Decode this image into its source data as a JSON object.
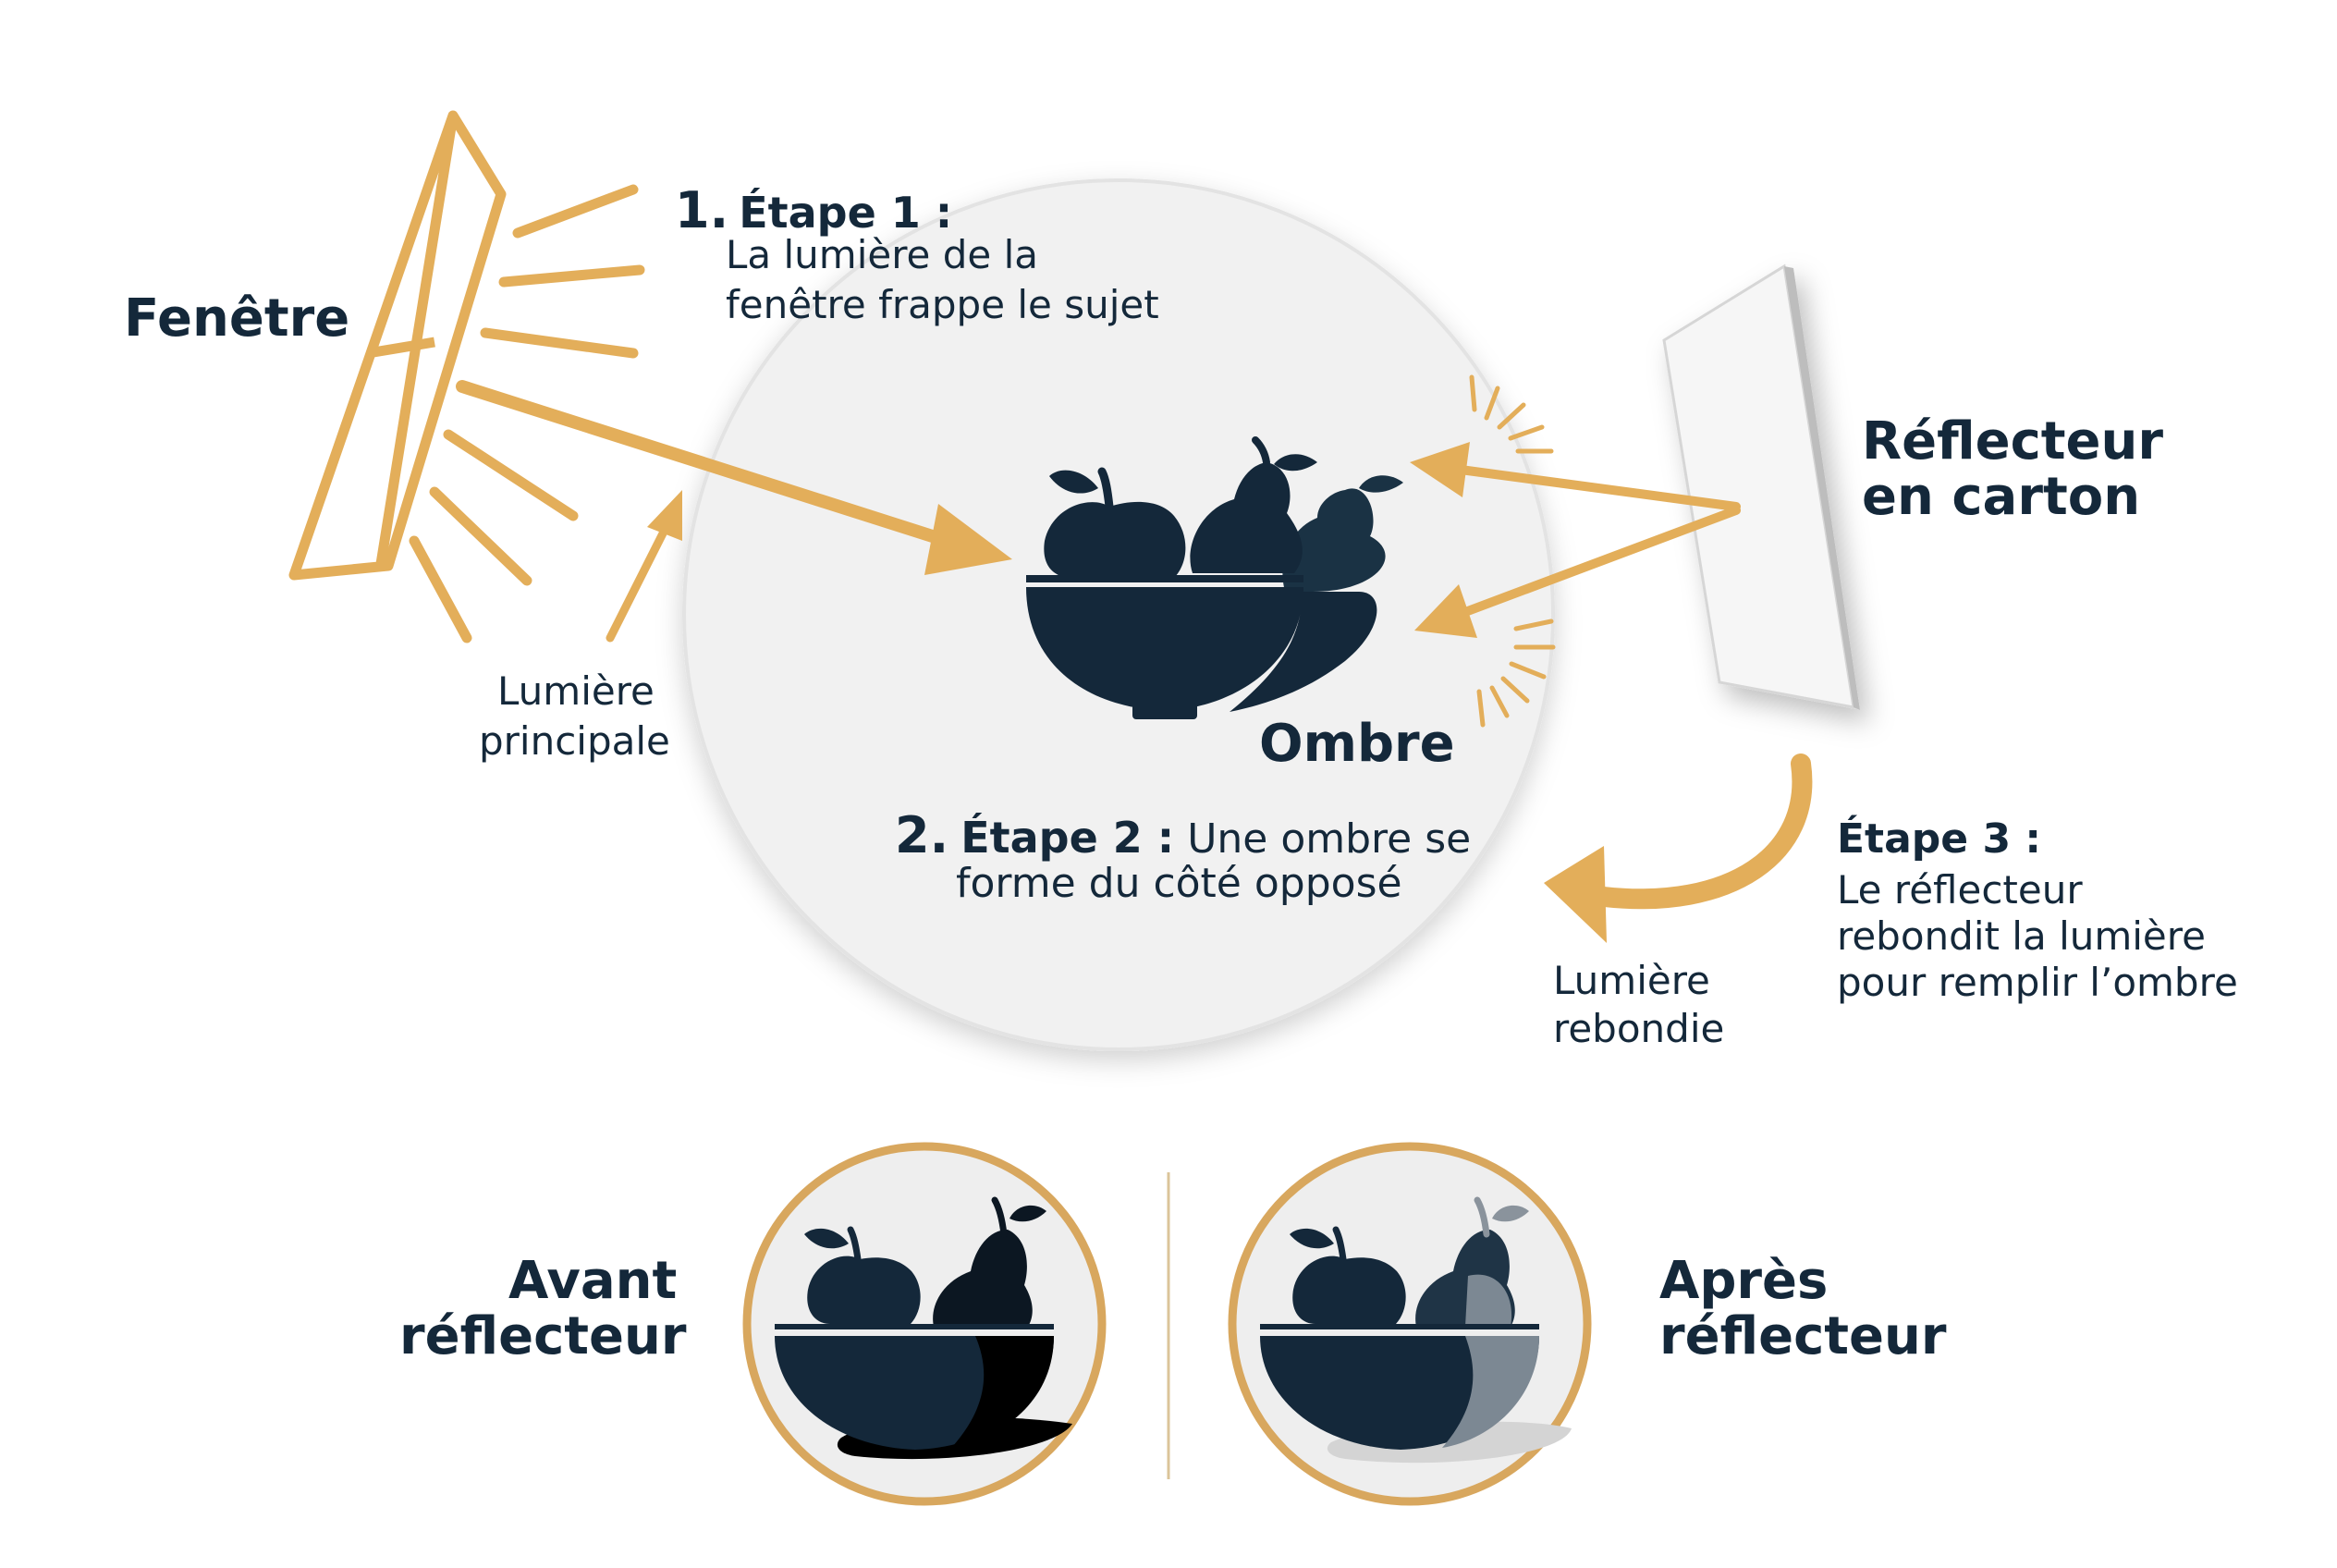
{
  "labels": {
    "window": "Fenêtre",
    "reflector_line1": "Réflecteur",
    "reflector_line2": "en carton",
    "main_light_line1": "Lumière",
    "main_light_line2": "principale",
    "shadow": "Ombre",
    "bounced_line1": "Lumière",
    "bounced_line2": "rebondie",
    "before_line1": "Avant",
    "before_line2": "réflecteur",
    "after_line1": "Après",
    "after_line2": "réflecteur"
  },
  "steps": {
    "step1_number": "1.",
    "step1_title": "Étape 1 :",
    "step1_line1": "La lumière de la",
    "step1_line2": "fenêtre frappe le sujet",
    "step2_number": "2.",
    "step2_title": "Étape 2 :",
    "step2_line1_rest": " Une ombre se",
    "step2_line2": "forme du côté opposé",
    "step3_title": "Étape 3 :",
    "step3_line1": "Le réflecteur",
    "step3_line2": "rebondit la lumière",
    "step3_line3": "pour remplir l’ombre"
  },
  "colors": {
    "gold": "#e3ae5a",
    "navy": "#14283a",
    "circle_bg": "#f1f1f1",
    "ring_gold": "#d8a75e"
  },
  "icons": {
    "window": "window-icon",
    "reflector": "reflector-board-icon",
    "fruit_bowl": "fruit-bowl-icon"
  }
}
